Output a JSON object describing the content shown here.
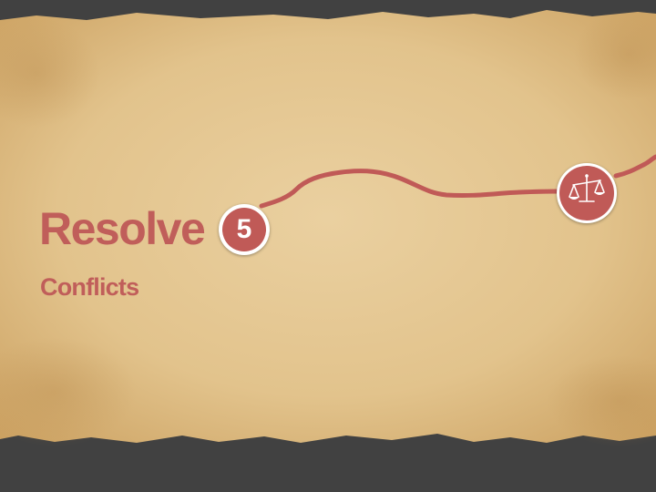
{
  "slide": {
    "title": "Resolve",
    "subtitle": "Conflicts",
    "step_number": "5",
    "milestone_icon": "balance-scale-icon"
  },
  "colors": {
    "background": "#414141",
    "paper": "#e4c690",
    "accent": "#c05a57",
    "badge_border": "#ffffff"
  }
}
